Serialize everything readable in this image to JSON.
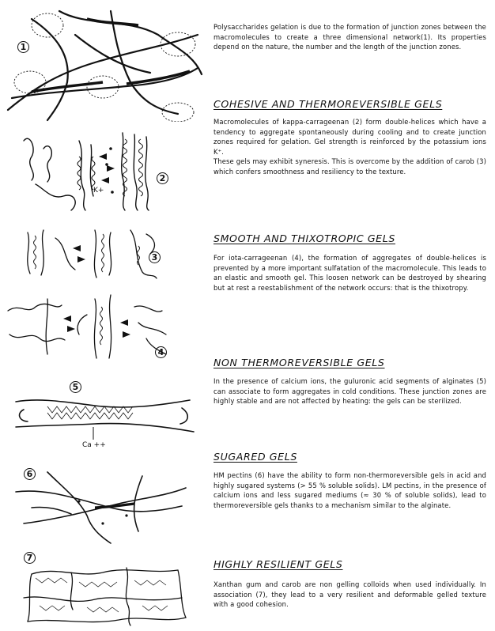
{
  "intro": {
    "text": "Polysaccharides gelation is due to the formation of junction zones between the macromolecules to create a three dimensional network(1). Its properties depend on the nature, the number and the length of the junction zones."
  },
  "sections": [
    {
      "heading": "COHESIVE AND THERMOREVERSIBLE GELS",
      "paragraphs": [
        "Macromolecules of kappa-carrageenan (2) form double-helices which have a tendency to aggregate spontaneously during cooling and to create junction zones required for gelation. Gel strength is reinforced by the potassium ions K⁺.",
        "These gels may exhibit syneresis. This is overcome by the addition of carob (3) which confers smoothness and resiliency to the texture."
      ]
    },
    {
      "heading": "SMOOTH AND THIXOTROPIC GELS",
      "paragraphs": [
        "For iota-carrageenan (4), the formation of aggregates of double-helices is prevented by a more important sulfatation of the macromolecule. This leads to an elastic and smooth gel. This loosen network can be destroyed by shearing but at rest a reestablishment of the network occurs: that is the thixotropy."
      ]
    },
    {
      "heading": "NON THERMOREVERSIBLE GELS",
      "paragraphs": [
        "In the presence of calcium ions, the guluronic acid segments of alginates (5) can associate to form aggregates in cold conditions. These junction zones are highly stable and are not affected by heating: the gels can be sterilized."
      ]
    },
    {
      "heading": "SUGARED GELS",
      "paragraphs": [
        "HM pectins (6) have the ability to form non-thermoreversible gels in acid and highly sugared systems (> 55 % soluble solids). LM pectins, in the presence of calcium ions and less sugared mediums (≈ 30 % of soluble solids), lead to thermoreversible gels thanks to a mechanism similar to the alginate."
      ]
    },
    {
      "heading": "HIGHLY RESILIENT GELS",
      "paragraphs": [
        "Xanthan gum and carob are non gelling colloids when used individually. In association (7), they lead to a very resilient and deformable gelled texture with a good cohesion."
      ]
    }
  ],
  "figures": [
    {
      "number": "1"
    },
    {
      "number": "2",
      "label": "K+"
    },
    {
      "number": "3"
    },
    {
      "number": "4"
    },
    {
      "number": "5",
      "label": "Ca ++"
    },
    {
      "number": "6"
    },
    {
      "number": "7"
    }
  ]
}
